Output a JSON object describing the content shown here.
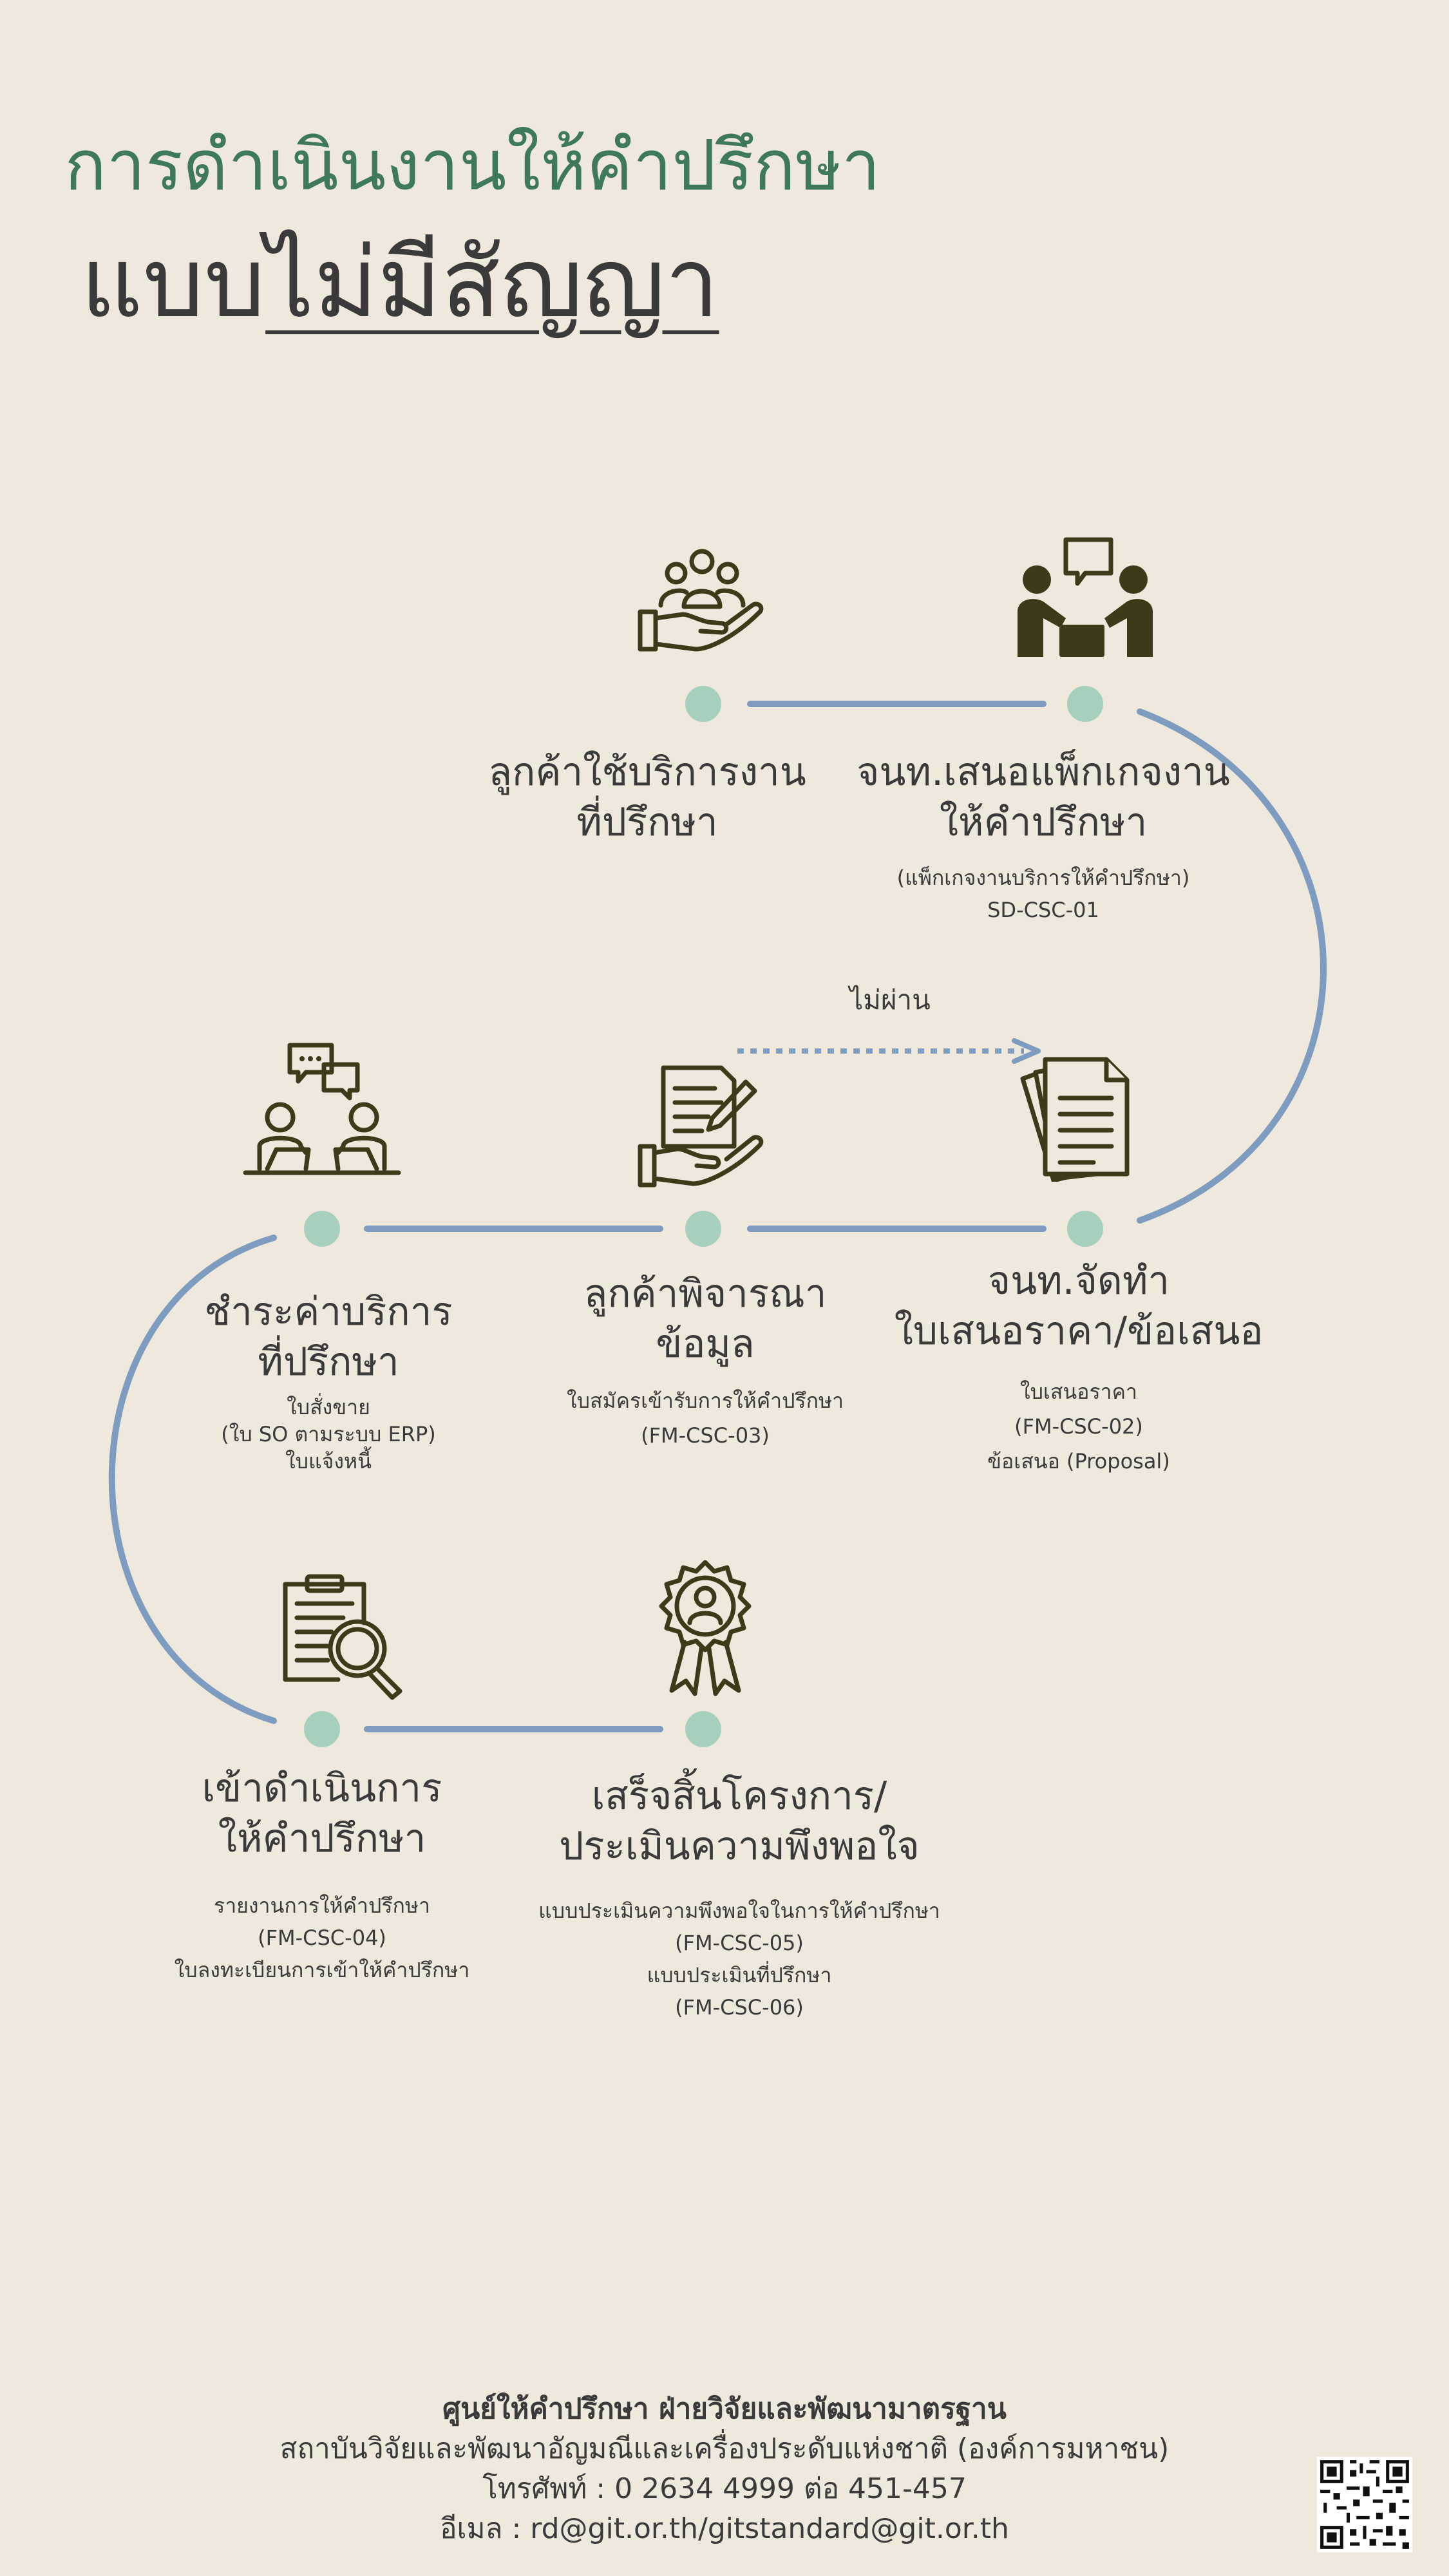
{
  "header": {
    "title_line1": "การดำเนินงานให้คำปรึกษา",
    "title_line2_prefix": "แบบ",
    "title_line2_underlined": "ไม่มีสัญญา"
  },
  "steps": [
    {
      "title1": "ลูกค้าใช้บริการงาน",
      "title2": "ที่ปรึกษา",
      "sub": []
    },
    {
      "title1": "จนท.เสนอแพ็กเกจงาน",
      "title2": "ให้คำปรึกษา",
      "sub": [
        "(แพ็กเกจงานบริการให้คำปรึกษา)",
        "SD-CSC-01"
      ]
    },
    {
      "title1": "จนท.จัดทำ",
      "title2": "ใบเสนอราคา/ข้อเสนอ",
      "sub": [
        "ใบเสนอราคา",
        "(FM-CSC-02)",
        "ข้อเสนอ (Proposal)"
      ]
    },
    {
      "title1": "ลูกค้าพิจารณา",
      "title2": "ข้อมูล",
      "sub": [
        "ใบสมัครเข้ารับการให้คำปรึกษา",
        "(FM-CSC-03)"
      ]
    },
    {
      "title1": "ชำระค่าบริการ",
      "title2": "ที่ปรึกษา",
      "sub": [
        "ใบสั่งขาย",
        "(ใบ SO ตามระบบ ERP)",
        "ใบแจ้งหนี้"
      ]
    },
    {
      "title1": "เข้าดำเนินการ",
      "title2": "ให้คำปรึกษา",
      "sub": [
        "รายงานการให้คำปรึกษา",
        "(FM-CSC-04)",
        "ใบลงทะเบียนการเข้าให้คำปรึกษา"
      ]
    },
    {
      "title1": "เสร็จสิ้นโครงการ/",
      "title2": "ประเมินความพึงพอใจ",
      "sub": [
        "แบบประเมินความพึงพอใจในการให้คำปรึกษา",
        "(FM-CSC-05)",
        "แบบประเมินที่ปรึกษา",
        "(FM-CSC-06)"
      ]
    }
  ],
  "fail_label": "ไม่ผ่าน",
  "icons": [
    "customer-service-hand-icon",
    "consultation-meeting-icon",
    "documents-stack-icon",
    "form-signing-hand-icon",
    "discussion-meeting-icon",
    "report-magnifier-icon",
    "award-badge-icon"
  ],
  "colors": {
    "line": "#7e9cbf",
    "node": "#a6cfbc",
    "icon": "#3d3a1a",
    "title_green": "#3f7a58",
    "background": "#efe8dd"
  },
  "footer": {
    "line1": "ศูนย์ให้คำปรึกษา ฝ่ายวิจัยและพัฒนามาตรฐาน",
    "line2": "สถาบันวิจัยและพัฒนาอัญมณีและเครื่องประดับแห่งชาติ (องค์การมหาชน)",
    "line3": "โทรศัพท์ : 0 2634 4999 ต่อ 451-457",
    "line4": "อีเมล : rd@git.or.th/gitstandard@git.or.th"
  }
}
